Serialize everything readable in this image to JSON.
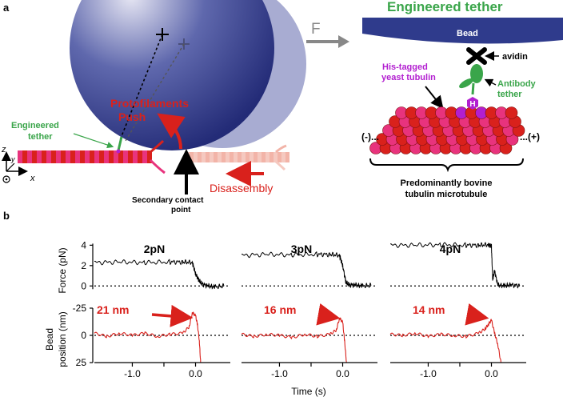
{
  "panel_a": {
    "letter": "a",
    "left": {
      "engineered_tether": "Engineered\ntether",
      "protofilaments_push": "Protofilaments\nPush",
      "secondary_contact": "Secondary contact\npoint",
      "disassembly": "Disassembly",
      "axis_z": "z",
      "axis_y": "y",
      "axis_x": "x",
      "force_arrow": "F"
    },
    "right": {
      "title": "Engineered tether",
      "bead": "Bead",
      "avidin": "avidin",
      "his_tagged": "His-tagged\nyeast tubulin",
      "antibody": "Antibody\ntether",
      "h_label": "H",
      "minus_end": "(-)...",
      "plus_end": "...(+)",
      "microtubule_caption": "Predominantly bovine\ntubulin microtubule"
    },
    "colors": {
      "bead": "#2f3b8c",
      "bead_shadow": "#a8acd2",
      "green": "#3aa54a",
      "magenta": "#b21fd0",
      "red": "#d9211c",
      "pink": "#e8337d",
      "gray": "#888888"
    }
  },
  "panel_b": {
    "letter": "b",
    "xlabel": "Time (s)",
    "force_ylabel": "Force (pN)",
    "bead_ylabel": "Bead\nposition (nm)"
  },
  "chart_data": [
    {
      "type": "line",
      "panel": "force",
      "title": "2pN",
      "ylabel": "Force (pN)",
      "ylim": [
        -1,
        4.5
      ],
      "yticks": [
        0,
        2,
        4
      ],
      "xlim": [
        -1.6,
        0.55
      ],
      "series": [
        {
          "x": [
            -1.6,
            -1.2,
            -0.8,
            -0.4,
            -0.2,
            -0.05,
            0.0,
            0.05,
            0.1,
            0.2,
            0.3,
            0.45
          ],
          "values": [
            2.3,
            2.35,
            2.3,
            2.35,
            2.35,
            2.3,
            1.2,
            0.6,
            0.2,
            0.0,
            -0.1,
            0.0
          ]
        }
      ]
    },
    {
      "type": "line",
      "panel": "force",
      "title": "3pN",
      "xlim": [
        -1.6,
        0.55
      ],
      "series": [
        {
          "x": [
            -1.6,
            -1.2,
            -0.8,
            -0.4,
            -0.2,
            -0.05,
            0.0,
            0.05,
            0.1,
            0.2,
            0.3,
            0.45
          ],
          "values": [
            3.0,
            3.1,
            3.05,
            3.1,
            3.1,
            3.0,
            2.0,
            0.4,
            0.1,
            0.1,
            0.0,
            0.05
          ]
        }
      ]
    },
    {
      "type": "line",
      "panel": "force",
      "title": "4pN",
      "xlim": [
        -1.6,
        0.55
      ],
      "series": [
        {
          "x": [
            -1.6,
            -1.2,
            -0.8,
            -0.4,
            -0.2,
            -0.05,
            0.0,
            0.02,
            0.05,
            0.1,
            0.2,
            0.3,
            0.45
          ],
          "values": [
            4.0,
            4.0,
            4.05,
            4.0,
            4.0,
            4.05,
            3.9,
            0.6,
            1.5,
            0.1,
            0.0,
            0.1,
            0.05
          ]
        }
      ]
    },
    {
      "type": "line",
      "panel": "position",
      "annotation": "21 nm",
      "ylabel": "Bead position (nm)",
      "ylim": [
        -30,
        25
      ],
      "yticks": [
        -25,
        0,
        25
      ],
      "xticks": [
        -1.0,
        -0.5,
        0.0
      ],
      "xticklabels": [
        "-1.0",
        "",
        "0.0"
      ],
      "xlim": [
        -1.6,
        0.55
      ],
      "series": [
        {
          "x": [
            -1.6,
            -1.4,
            -1.2,
            -1.0,
            -0.8,
            -0.6,
            -0.4,
            -0.2,
            -0.1,
            -0.05,
            0.0,
            0.03,
            0.06,
            0.08
          ],
          "values": [
            -2,
            1,
            -2,
            0,
            -2,
            1,
            -1,
            -2,
            -8,
            -21,
            -18,
            -10,
            5,
            25
          ]
        }
      ]
    },
    {
      "type": "line",
      "panel": "position",
      "annotation": "16 nm",
      "xticks": [
        -1.0,
        -0.5,
        0.0
      ],
      "xticklabels": [
        "-1.0",
        "",
        "0.0"
      ],
      "xlim": [
        -1.6,
        0.55
      ],
      "series": [
        {
          "x": [
            -1.6,
            -1.4,
            -1.2,
            -1.0,
            -0.8,
            -0.6,
            -0.4,
            -0.2,
            -0.1,
            -0.05,
            0.0,
            0.03,
            0.06
          ],
          "values": [
            -1,
            1,
            -1,
            0,
            2,
            -1,
            1,
            -1,
            -5,
            -16,
            -12,
            5,
            25
          ]
        }
      ]
    },
    {
      "type": "line",
      "panel": "position",
      "annotation": "14 nm",
      "xticks": [
        -1.0,
        -0.5,
        0.0
      ],
      "xticklabels": [
        "-1.0",
        "",
        "0.0"
      ],
      "xlim": [
        -1.6,
        0.55
      ],
      "series": [
        {
          "x": [
            -1.6,
            -1.4,
            -1.2,
            -1.0,
            -0.8,
            -0.6,
            -0.4,
            -0.2,
            -0.1,
            -0.05,
            0.0,
            0.05,
            0.1,
            0.15
          ],
          "values": [
            -1,
            0,
            -2,
            1,
            -1,
            0,
            1,
            -2,
            -6,
            -10,
            -14,
            -2,
            8,
            25
          ]
        }
      ]
    }
  ]
}
